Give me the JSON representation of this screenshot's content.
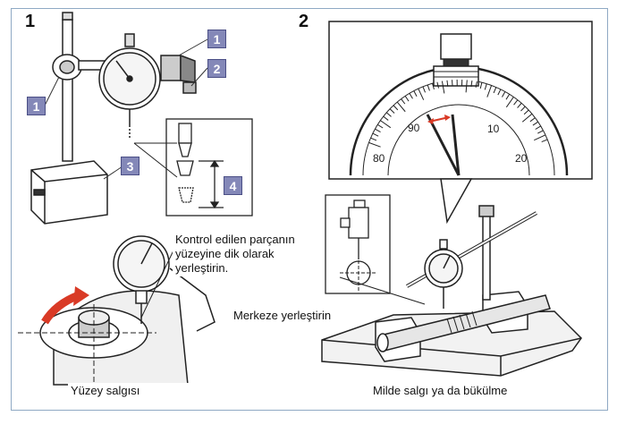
{
  "panels": {
    "p1": {
      "number": "1"
    },
    "p2": {
      "number": "2"
    }
  },
  "badges": [
    "1",
    "1",
    "2",
    "3",
    "4"
  ],
  "labels": {
    "control_part": "Kontrol edilen parçanın yüzeyine dik olarak yerleştirin.",
    "center": "Merkeze yerleştirin",
    "surface_runout": "Yüzey salgısı",
    "shaft_runout": "Milde salgı ya da bükülme"
  },
  "dial": {
    "numbers": [
      "90",
      "10",
      "80",
      "20"
    ]
  },
  "colors": {
    "badge_fill": "#8488b8",
    "arrow_red": "#d93a26",
    "frame": "#8fa9c4"
  }
}
